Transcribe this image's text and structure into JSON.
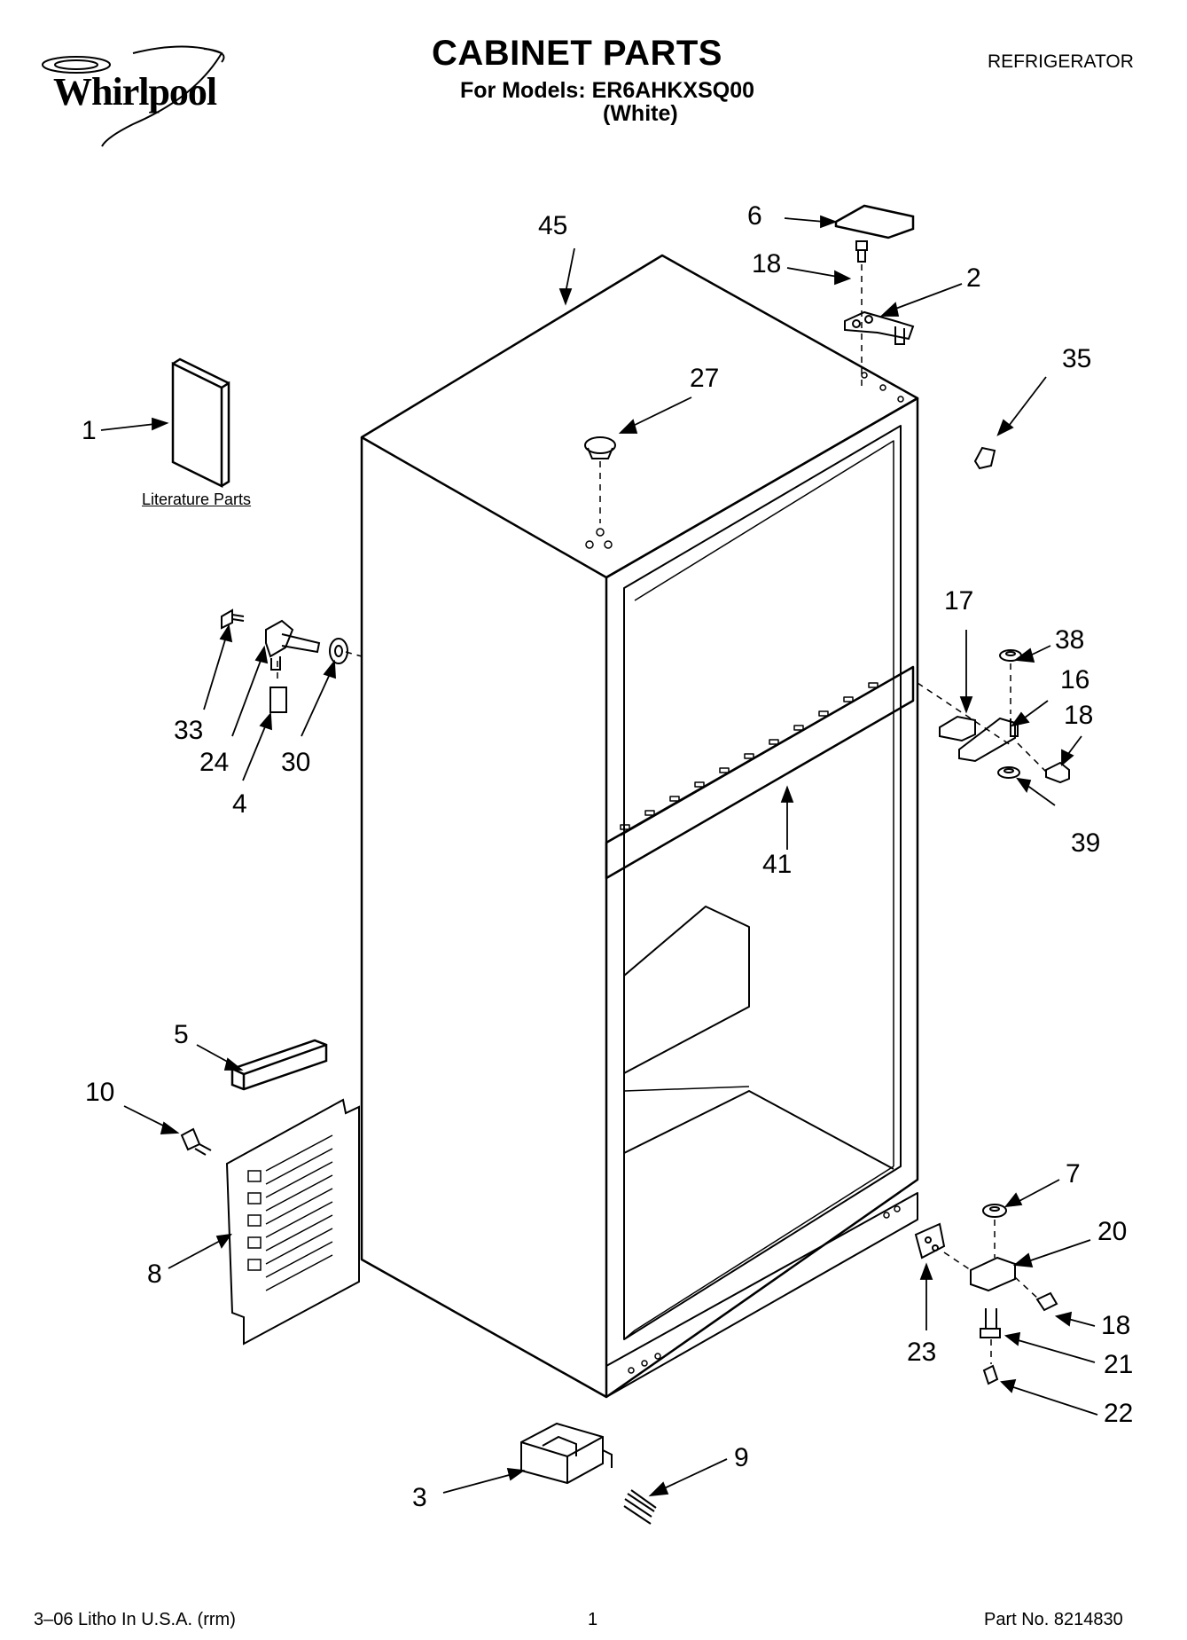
{
  "header": {
    "brand": "Whirlpool",
    "title": "CABINET PARTS",
    "models_line": "For Models: ER6AHKXSQ00",
    "color_variant": "(White)",
    "category": "REFRIGERATOR"
  },
  "literature_label": "Literature Parts",
  "callouts": [
    "45",
    "6",
    "18",
    "2",
    "35",
    "27",
    "1",
    "17",
    "38",
    "16",
    "18",
    "33",
    "24",
    "30",
    "4",
    "39",
    "41",
    "5",
    "10",
    "7",
    "20",
    "8",
    "18",
    "21",
    "23",
    "22",
    "3",
    "9"
  ],
  "footer": {
    "litho": "3–06 Litho In U.S.A. (rrm)",
    "page": "1",
    "part_no": "Part No. 8214830"
  },
  "colors": {
    "ink": "#000000",
    "paper": "#ffffff"
  },
  "icons": [
    "whirlpool-logo",
    "refrigerator-cabinet-drawing"
  ]
}
